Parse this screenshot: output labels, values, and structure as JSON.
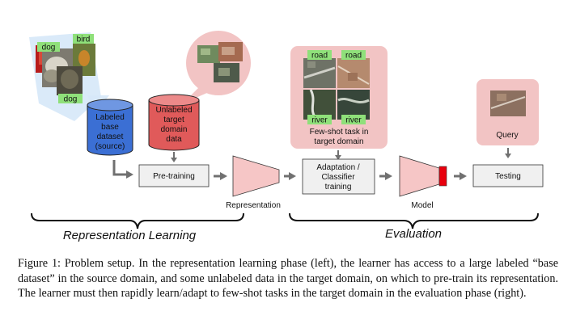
{
  "source": {
    "labels": [
      "dog",
      "bird",
      "dog"
    ],
    "cylinder_lines": [
      "Labeled",
      "base",
      "dataset",
      "(source)"
    ],
    "cylinder_color": "#3b6fd4"
  },
  "target": {
    "cylinder_lines": [
      "Unlabeled",
      "target",
      "domain",
      "data"
    ],
    "cylinder_color": "#e05a5a"
  },
  "pretraining": {
    "label": "Pre-training"
  },
  "representation": {
    "label": "Representation"
  },
  "fewshot": {
    "labels": [
      "road",
      "road",
      "river",
      "river"
    ],
    "title_lines": [
      "Few-shot task in",
      "target domain"
    ]
  },
  "adaptation": {
    "lines": [
      "Adaptation /",
      "Classifier",
      "training"
    ]
  },
  "model": {
    "label": "Model",
    "head_color": "#e8000d"
  },
  "query": {
    "label": "Query"
  },
  "testing": {
    "label": "Testing"
  },
  "phases": {
    "representation_learning": "Representation Learning",
    "evaluation": "Evaluation"
  },
  "caption": {
    "figure_label": "Figure 1:",
    "text": "Problem setup. In the representation learning phase (left), the learner has access to a large labeled “base dataset” in the source domain, and some unlabeled data in the target domain, on which to pre-train its representation. The learner must then rapidly learn/adapt to few-shot tasks in the target domain in the evaluation phase (right)."
  },
  "colors": {
    "label_tag_green": "#8fe07a",
    "pink_bubble": "#f2c4c4",
    "source_bubble": "#d6e8f8",
    "box_fill": "#f0f0f0",
    "arrow_gray": "#707070"
  }
}
